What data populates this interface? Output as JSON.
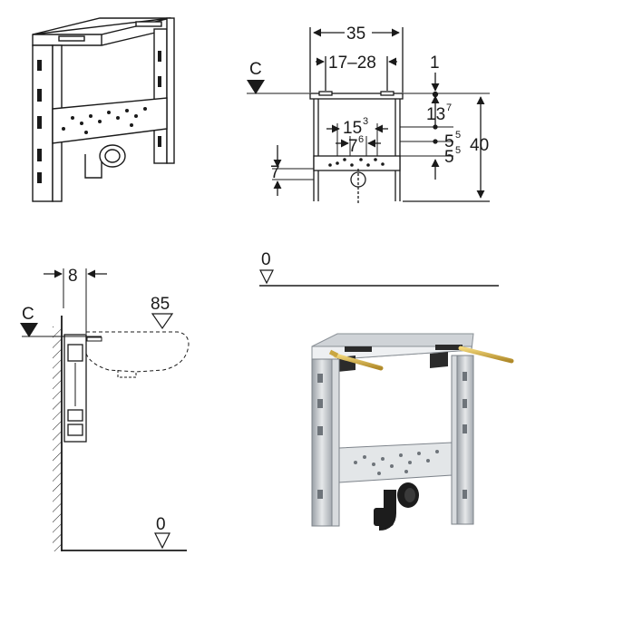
{
  "front_view": {
    "dim_width": "35",
    "dim_span": "17–28",
    "dim_top": "1",
    "dim_h1": "13",
    "dim_h1_sup": "7",
    "dim_frame_inner": "15",
    "dim_frame_inner_sup": "3",
    "dim_drain_gap": "7",
    "dim_drain_gap_sup": "6",
    "dim_s1": "5",
    "dim_s1_sup": "5",
    "dim_s2": "5",
    "dim_s2_sup": "5",
    "dim_height": "40",
    "dim_drain_offset": "7",
    "ref_c": "C"
  },
  "side_view": {
    "dim_depth": "8",
    "ref_c": "C",
    "basin_level": "85",
    "floor_level": "0"
  },
  "floor_ref": {
    "level": "0"
  },
  "colors": {
    "line": "#1a1a1a",
    "steel_light": "#e4e6e8",
    "steel_mid": "#b9bec3",
    "steel_dark": "#7d838a",
    "rod": "#d4b24a",
    "pipe": "#1c1c1c"
  }
}
